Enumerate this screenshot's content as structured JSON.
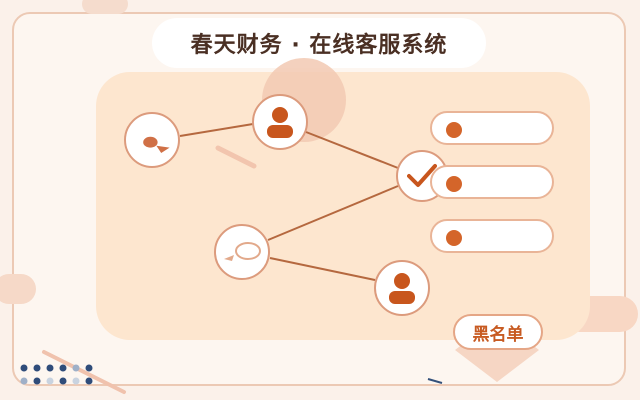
{
  "header": {
    "title": "春天财务 · 在线客服系统"
  },
  "nodes": [
    {
      "id": "chat-a",
      "icon": "chat-bubble-icon"
    },
    {
      "id": "agent-a",
      "icon": "user-avatar-icon"
    },
    {
      "id": "hub",
      "icon": "checkmark-icon"
    },
    {
      "id": "chat-b",
      "icon": "chat-bubble-outline-icon"
    },
    {
      "id": "agent-b",
      "icon": "user-avatar-icon"
    }
  ],
  "messages": [
    {
      "id": "msg-1"
    },
    {
      "id": "msg-2"
    },
    {
      "id": "msg-3"
    }
  ],
  "actions": {
    "blacklist_label": "黑名单"
  },
  "colors": {
    "accent": "#d4652a",
    "panel": "#fde6cf",
    "line": "#b5683f",
    "node_border": "#dc9b7d"
  }
}
